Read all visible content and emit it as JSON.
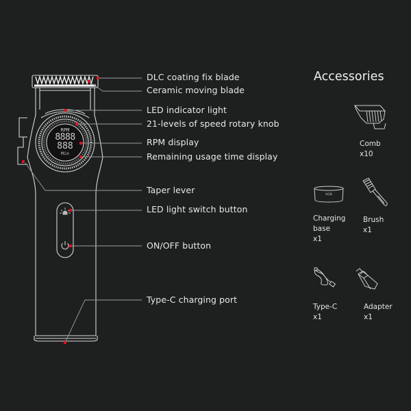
{
  "callouts": [
    {
      "label": "DLC coating fix blade"
    },
    {
      "label": "Ceramic moving blade"
    },
    {
      "label": "LED indicator light"
    },
    {
      "label": "21-levels of speed rotary knob"
    },
    {
      "label": "RPM display"
    },
    {
      "label": "Remaining usage time display"
    },
    {
      "label": "Taper lever"
    },
    {
      "label": "LED light switch button"
    },
    {
      "label": "ON/OFF button"
    },
    {
      "label": "Type-C charging port"
    }
  ],
  "display": {
    "top_label": "RPM",
    "rpm_digits": "8888",
    "time_digits": "888",
    "bottom_label": "Min"
  },
  "accessories": {
    "title": "Accessories",
    "items": [
      {
        "name": "Comb",
        "qty": "x10"
      },
      {
        "name": "Charging base",
        "qty": "x1",
        "name_line1": "Charging",
        "name_line2": "base"
      },
      {
        "name": "Brush",
        "qty": "x1"
      },
      {
        "name": "Type-C",
        "qty": "x1"
      },
      {
        "name": "Adapter",
        "qty": "x1"
      }
    ],
    "base_logo": "VGR"
  },
  "colors": {
    "background": "#1e1f1f",
    "outline": "#d8d8d8",
    "marker": "#e0141e",
    "text": "#e8e8e8"
  }
}
